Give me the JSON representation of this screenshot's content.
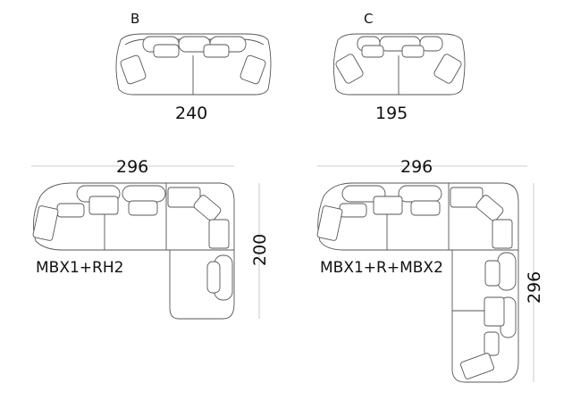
{
  "sofa_b": {
    "label": "B",
    "width": "240"
  },
  "sofa_c": {
    "label": "C",
    "width": "195"
  },
  "config_left": {
    "name": "MBX1+RH2",
    "width": "296",
    "depth": "200"
  },
  "config_right": {
    "name": "MBX1+R+MBX2",
    "width": "296",
    "depth": "296"
  }
}
